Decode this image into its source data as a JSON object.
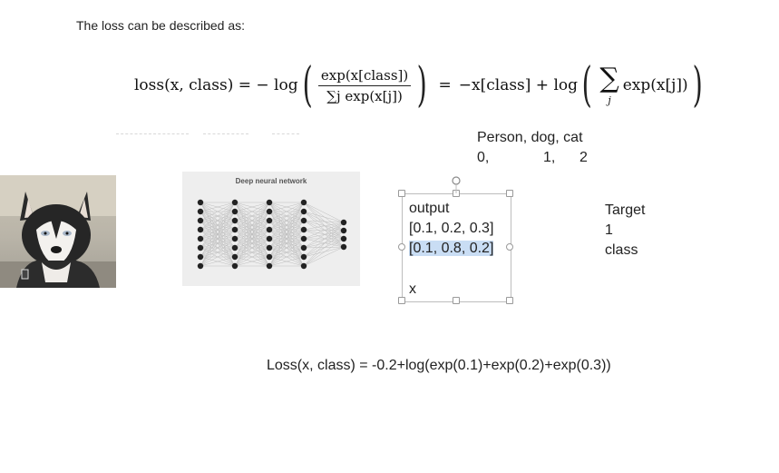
{
  "heading": "The loss can be described as:",
  "formula": {
    "lhs": "loss(x, class) = − log",
    "numerator": "exp(x[class])",
    "denominator": "∑j exp(x[j])",
    "equals": "=",
    "rhs_part": "−x[class] + log",
    "sum_symbol": "∑",
    "sum_index": "j",
    "sum_term": "exp(x[j])"
  },
  "classes": {
    "names": "Person, dog, cat",
    "idx0": "0,",
    "idx1": "1,",
    "idx2": "2"
  },
  "network": {
    "title": "Deep neural network",
    "layers": [
      8,
      8,
      8,
      8,
      4
    ]
  },
  "output_box": {
    "line1": "output",
    "line2": "[0.1, 0.2, 0.3]",
    "line3": "[0.1, 0.8, 0.2]",
    "x_label": "x"
  },
  "target": {
    "line1": "Target",
    "line2": "1",
    "line3": "class"
  },
  "loss_equation": "Loss(x, class) = -0.2+log(exp(0.1)+exp(0.2)+exp(0.3))",
  "colors": {
    "highlight": "#c9ddf4",
    "box_border": "#bdbdbd"
  }
}
